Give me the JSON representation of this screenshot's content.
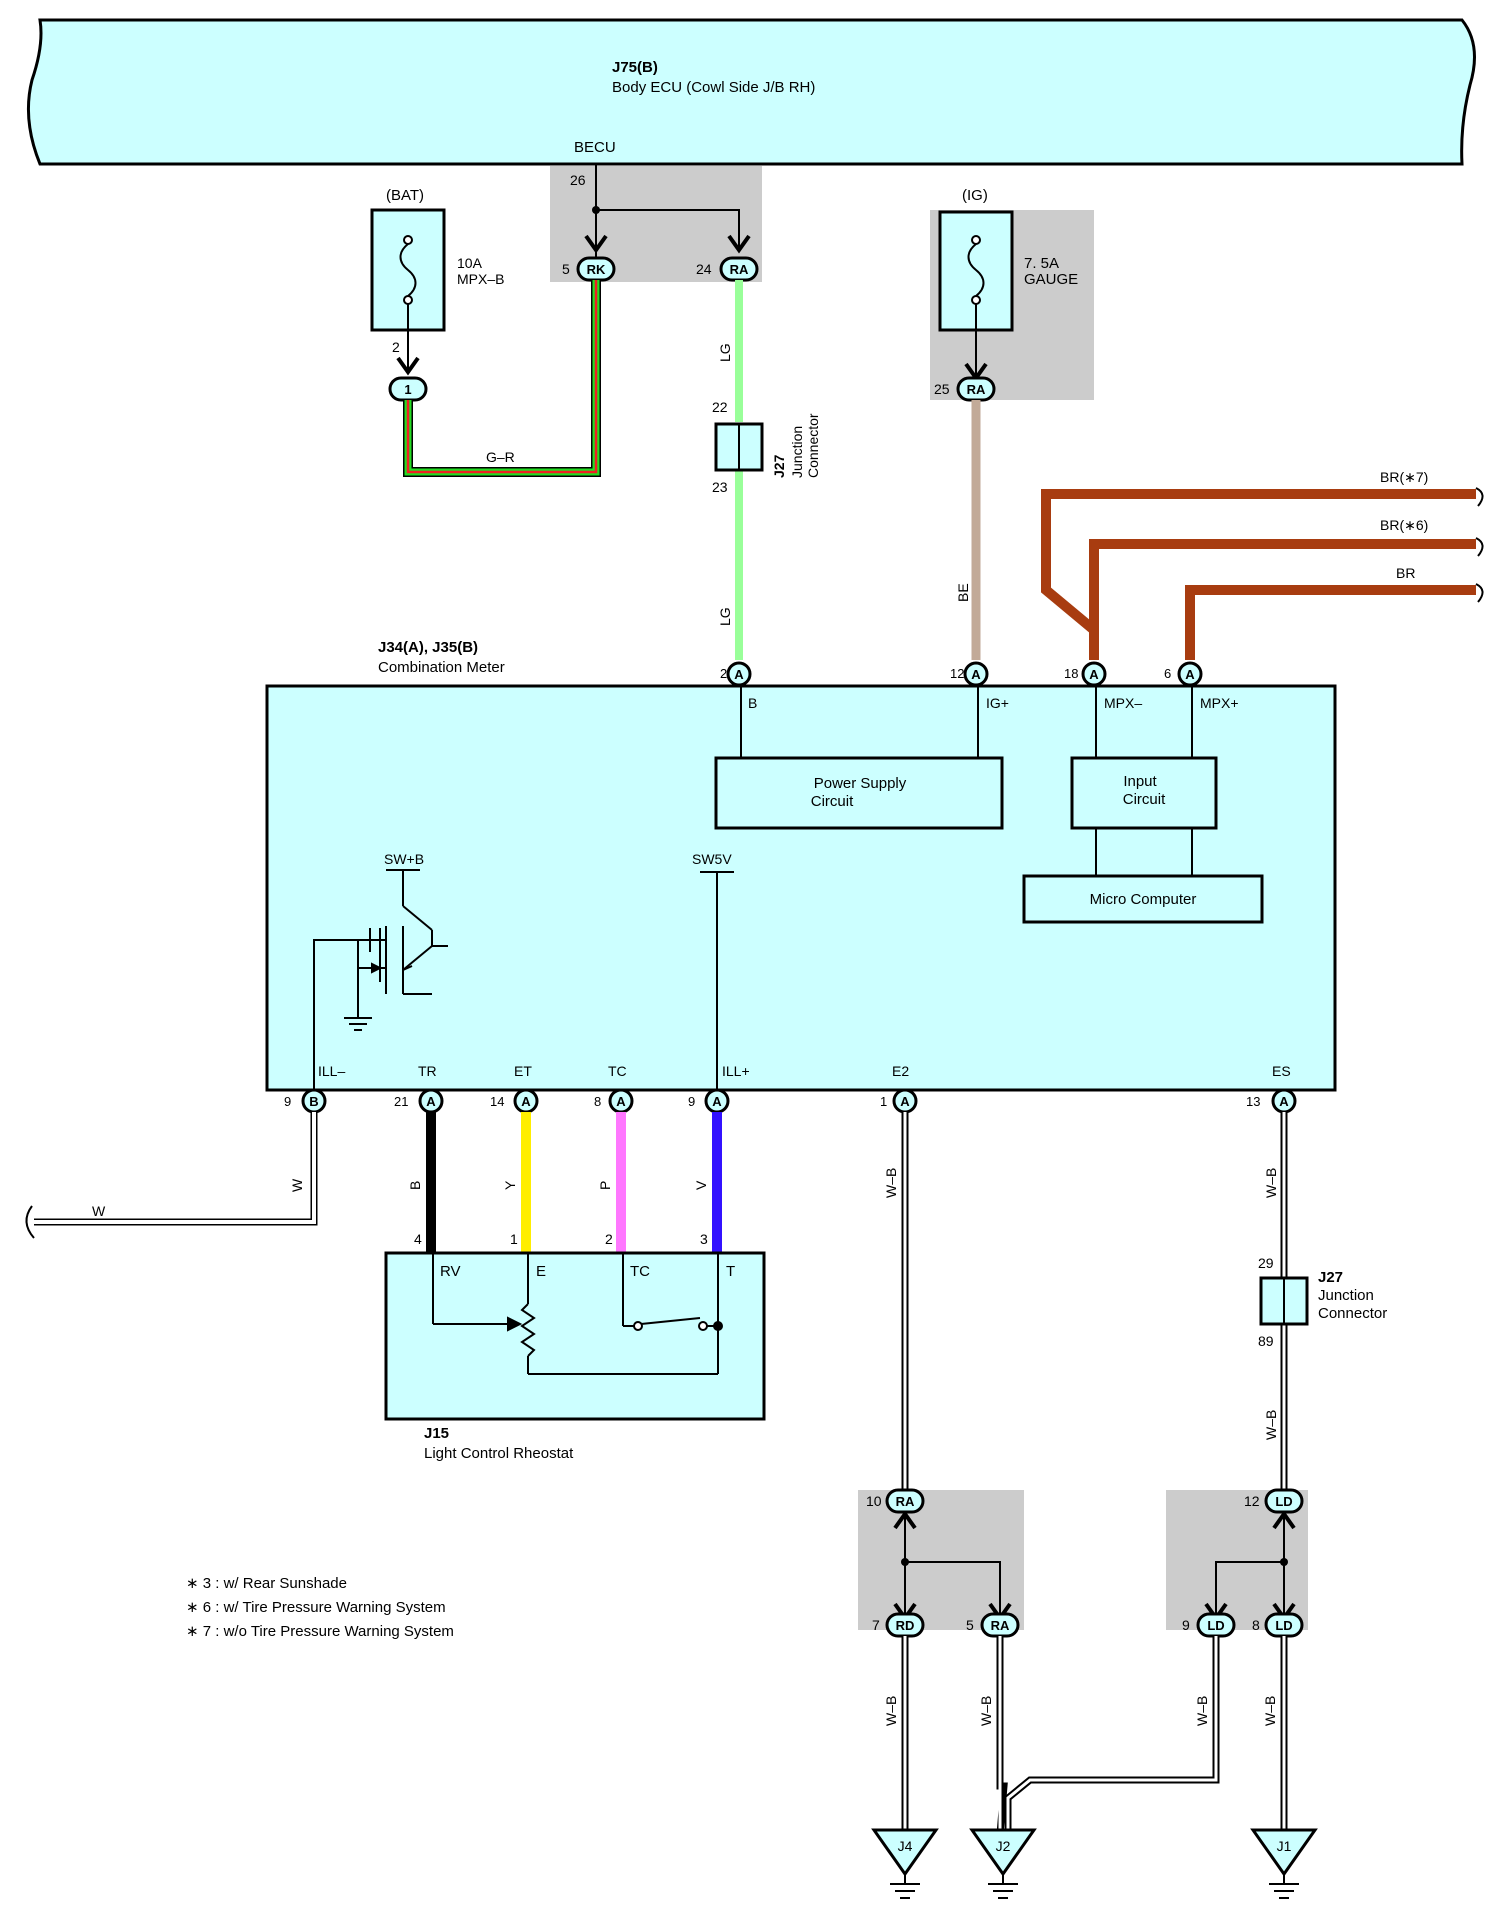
{
  "body_ecu": {
    "code": "J75(B)",
    "name": "Body ECU (Cowl Side J/B RH)"
  },
  "becu": {
    "label": "BECU",
    "pin26": "26",
    "pin5": "5",
    "pin5_conn": "RK",
    "pin24": "24",
    "pin24_conn": "RA"
  },
  "fuse_bat": {
    "source": "(BAT)",
    "rating": "10A",
    "name": "MPX–B",
    "pin2": "2",
    "conn": "1"
  },
  "wire_gr": "G–R",
  "wire_lg_top": "LG",
  "j27_top": {
    "code": "J27",
    "name1": "Junction",
    "name2": "Connector",
    "pin22": "22",
    "pin23": "23"
  },
  "wire_lg_bottom": "LG",
  "fuse_ig": {
    "source": "(IG)",
    "rating": "7. 5A",
    "name": "GAUGE",
    "pin": "25",
    "conn": "RA"
  },
  "wire_be": "BE",
  "br_wires": {
    "br7": "BR(∗7)",
    "br6": "BR(∗6)",
    "br": "BR"
  },
  "meter": {
    "code": "J34(A), J35(B)",
    "name": "Combination Meter",
    "top_pins": [
      {
        "num": "24",
        "conn": "A",
        "term": "B"
      },
      {
        "num": "12",
        "conn": "A",
        "term": "IG+"
      },
      {
        "num": "18",
        "conn": "A",
        "term": "MPX–"
      },
      {
        "num": "6",
        "conn": "A",
        "term": "MPX+"
      }
    ],
    "power_supply": [
      "Power Supply",
      "Circuit"
    ],
    "input_circuit": [
      "Input",
      "Circuit"
    ],
    "micro": "Micro Computer",
    "swb": "SW+B",
    "sw5v": "SW5V",
    "bottom_pins": [
      {
        "num": "9",
        "conn": "B",
        "term": "ILL–"
      },
      {
        "num": "21",
        "conn": "A",
        "term": "TR"
      },
      {
        "num": "14",
        "conn": "A",
        "term": "ET"
      },
      {
        "num": "8",
        "conn": "A",
        "term": "TC"
      },
      {
        "num": "9",
        "conn": "A",
        "term": "ILL+"
      },
      {
        "num": "1",
        "conn": "A",
        "term": "E2"
      },
      {
        "num": "13",
        "conn": "A",
        "term": "ES"
      }
    ]
  },
  "wire_w": {
    "vertical": "W",
    "horizontal": "W"
  },
  "wires_mid": {
    "b": "B",
    "y": "Y",
    "p": "P",
    "v": "V"
  },
  "rheostat": {
    "code": "J15",
    "name": "Light Control Rheostat",
    "pins": [
      "4",
      "1",
      "2",
      "3"
    ],
    "terms": [
      "RV",
      "E",
      "TC",
      "T"
    ]
  },
  "wire_wb": "W–B",
  "j27_bottom": {
    "code": "J27",
    "name1": "Junction",
    "name2": "Connector",
    "pin29": "29",
    "pin89": "89"
  },
  "junction_left": {
    "top_num": "10",
    "top_conn": "RA",
    "l_num": "7",
    "l_conn": "RD",
    "r_num": "5",
    "r_conn": "RA"
  },
  "junction_right": {
    "top_num": "12",
    "top_conn": "LD",
    "l_num": "9",
    "l_conn": "LD",
    "r_num": "8",
    "r_conn": "LD"
  },
  "grounds": [
    "J4",
    "J2",
    "J1"
  ],
  "notes": [
    "∗ 3 : w/ Rear Sunshade",
    "∗ 6 : w/ Tire Pressure Warning System",
    "∗ 7 : w/o Tire Pressure Warning System"
  ],
  "colors": {
    "component_fill": "#ccffff",
    "shade": "#cccccc",
    "wire_lg": "#99ff99",
    "wire_be": "#c2aa98",
    "wire_br": "#a83c10",
    "wire_y": "#ffee00",
    "wire_p": "#ff77ff",
    "wire_v": "#3311ff",
    "wire_green": "#22dd22",
    "wire_red": "#ee2222"
  }
}
